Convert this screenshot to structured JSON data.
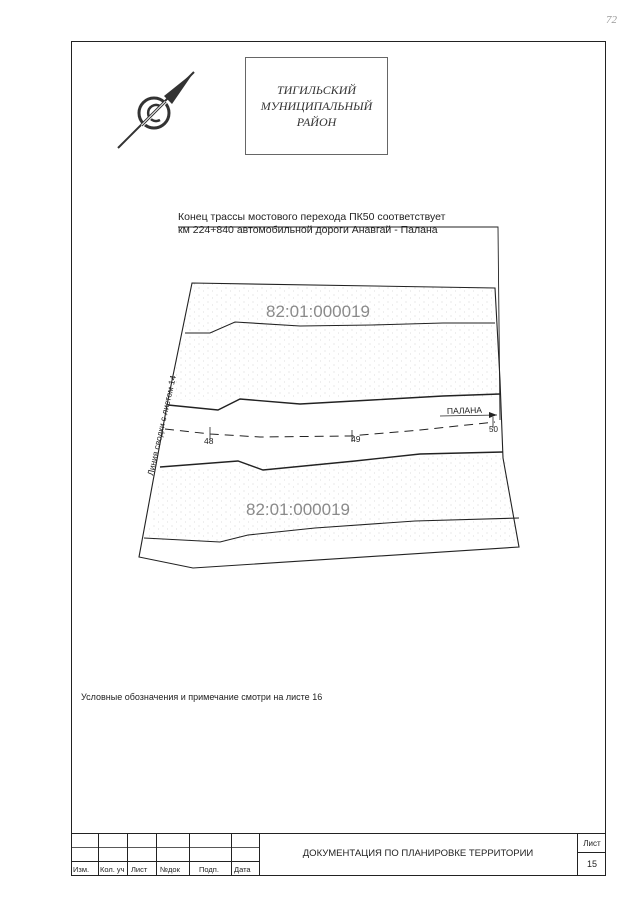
{
  "corner_mark": "72",
  "stamp": {
    "line1": "ТИГИЛЬСКИЙ",
    "line2": "МУНИЦИПАЛЬНЫЙ",
    "line3": "РАЙОН"
  },
  "note": {
    "line1": "Конец трассы мостового перехода ПК50 соответствует",
    "line2": "км 224+840 автомобильной дороги Анавгай - Палана"
  },
  "map": {
    "parcel_top": "82:01:000019",
    "parcel_bottom": "82:01:000019",
    "match_line": "Линия сводки с листом 14",
    "direction": "ПАЛАНА",
    "pickets": [
      "48",
      "49",
      "50"
    ]
  },
  "legend_note": "Условные обозначения и примечание смотри на листе 16",
  "title_block": {
    "columns": [
      "Изм.",
      "Кол. уч",
      "Лист",
      "№док",
      "Подп.",
      "Дата"
    ],
    "title": "ДОКУМЕНТАЦИЯ ПО ПЛАНИРОВКЕ ТЕРРИТОРИИ",
    "sheet_label": "Лист",
    "sheet_number": "15"
  },
  "colors": {
    "line": "#222222",
    "parcel_text": "#8a8a8a",
    "stipple": "#b8b8b8"
  }
}
